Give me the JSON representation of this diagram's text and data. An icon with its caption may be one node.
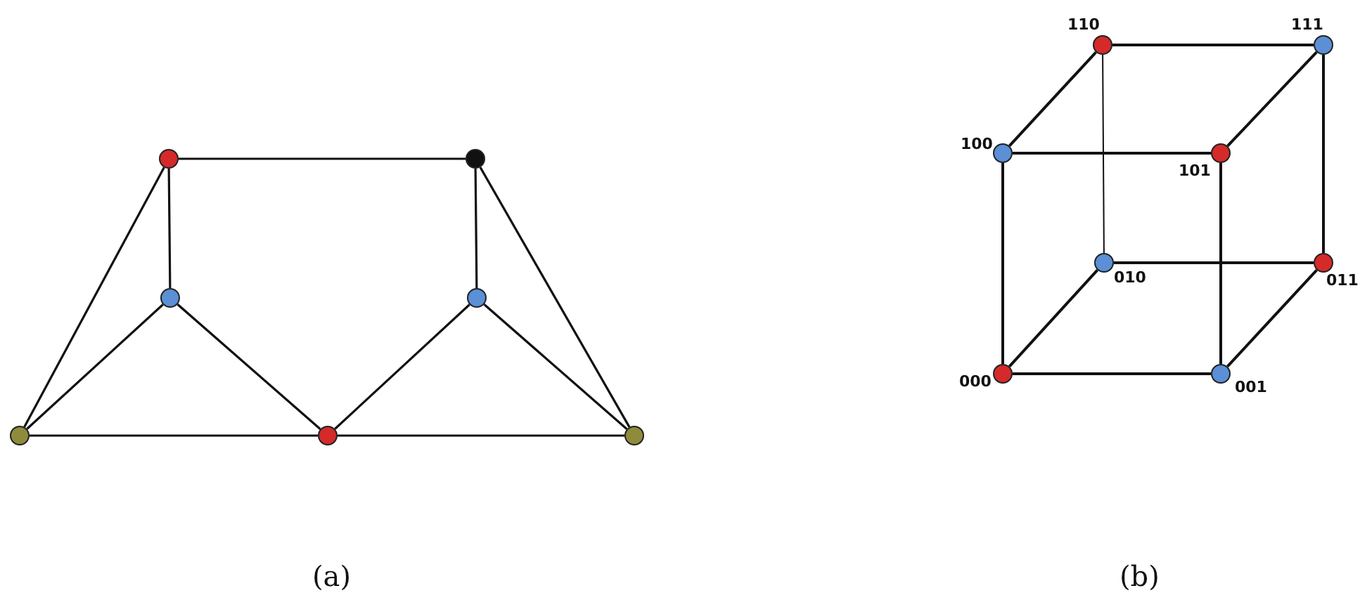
{
  "diagram": {
    "nodes": [
      {
        "text": [],
        "shape": "circle"
      },
      {
        "text": [],
        "shape": "circle"
      },
      {
        "text": [],
        "shape": "circle"
      },
      {
        "text": [],
        "shape": "circle"
      },
      {
        "text": [],
        "shape": "circle"
      },
      {
        "text": [],
        "shape": "circle"
      },
      {
        "text": [],
        "shape": "circle"
      },
      {
        "text": [],
        "shape": "circle",
        "beside": [
          "110"
        ]
      },
      {
        "text": [],
        "shape": "circle",
        "beside": [
          "111"
        ]
      },
      {
        "text": [],
        "shape": "circle",
        "beside": [
          "100"
        ]
      },
      {
        "text": [],
        "shape": "circle",
        "beside": [
          "101"
        ]
      },
      {
        "text": [],
        "shape": "circle",
        "beside": [
          "010"
        ]
      },
      {
        "text": [],
        "shape": "circle",
        "beside": [
          "011"
        ]
      },
      {
        "text": [],
        "shape": "circle",
        "beside": [
          "000"
        ]
      },
      {
        "text": [],
        "shape": "circle",
        "beside": [
          "001"
        ]
      }
    ],
    "edges": [
      {
        "from": 0,
        "to": 1,
        "arrow": "none"
      },
      {
        "from": 0,
        "to": 2,
        "arrow": "none"
      },
      {
        "from": 0,
        "to": 4,
        "arrow": "none"
      },
      {
        "from": 1,
        "to": 3,
        "arrow": "none"
      },
      {
        "from": 1,
        "to": 6,
        "arrow": "none"
      },
      {
        "from": 2,
        "to": 4,
        "arrow": "none"
      },
      {
        "from": 2,
        "to": 5,
        "arrow": "none"
      },
      {
        "from": 3,
        "to": 5,
        "arrow": "none"
      },
      {
        "from": 3,
        "to": 6,
        "arrow": "none"
      },
      {
        "from": 4,
        "to": 5,
        "arrow": "none"
      },
      {
        "from": 5,
        "to": 6,
        "arrow": "none"
      },
      {
        "from": 7,
        "to": 8,
        "arrow": "none"
      },
      {
        "from": 7,
        "to": 9,
        "arrow": "none"
      },
      {
        "from": 7,
        "to": 11,
        "arrow": "none"
      },
      {
        "from": 8,
        "to": 10,
        "arrow": "none"
      },
      {
        "from": 8,
        "to": 12,
        "arrow": "none"
      },
      {
        "from": 9,
        "to": 10,
        "arrow": "none"
      },
      {
        "from": 9,
        "to": 13,
        "arrow": "none"
      },
      {
        "from": 10,
        "to": 14,
        "arrow": "none"
      },
      {
        "from": 11,
        "to": 12,
        "arrow": "none"
      },
      {
        "from": 11,
        "to": 13,
        "arrow": "none"
      },
      {
        "from": 12,
        "to": 14,
        "arrow": "none"
      },
      {
        "from": 13,
        "to": 14,
        "arrow": "none"
      }
    ],
    "labels": [
      "(a)",
      "(b)"
    ]
  }
}
